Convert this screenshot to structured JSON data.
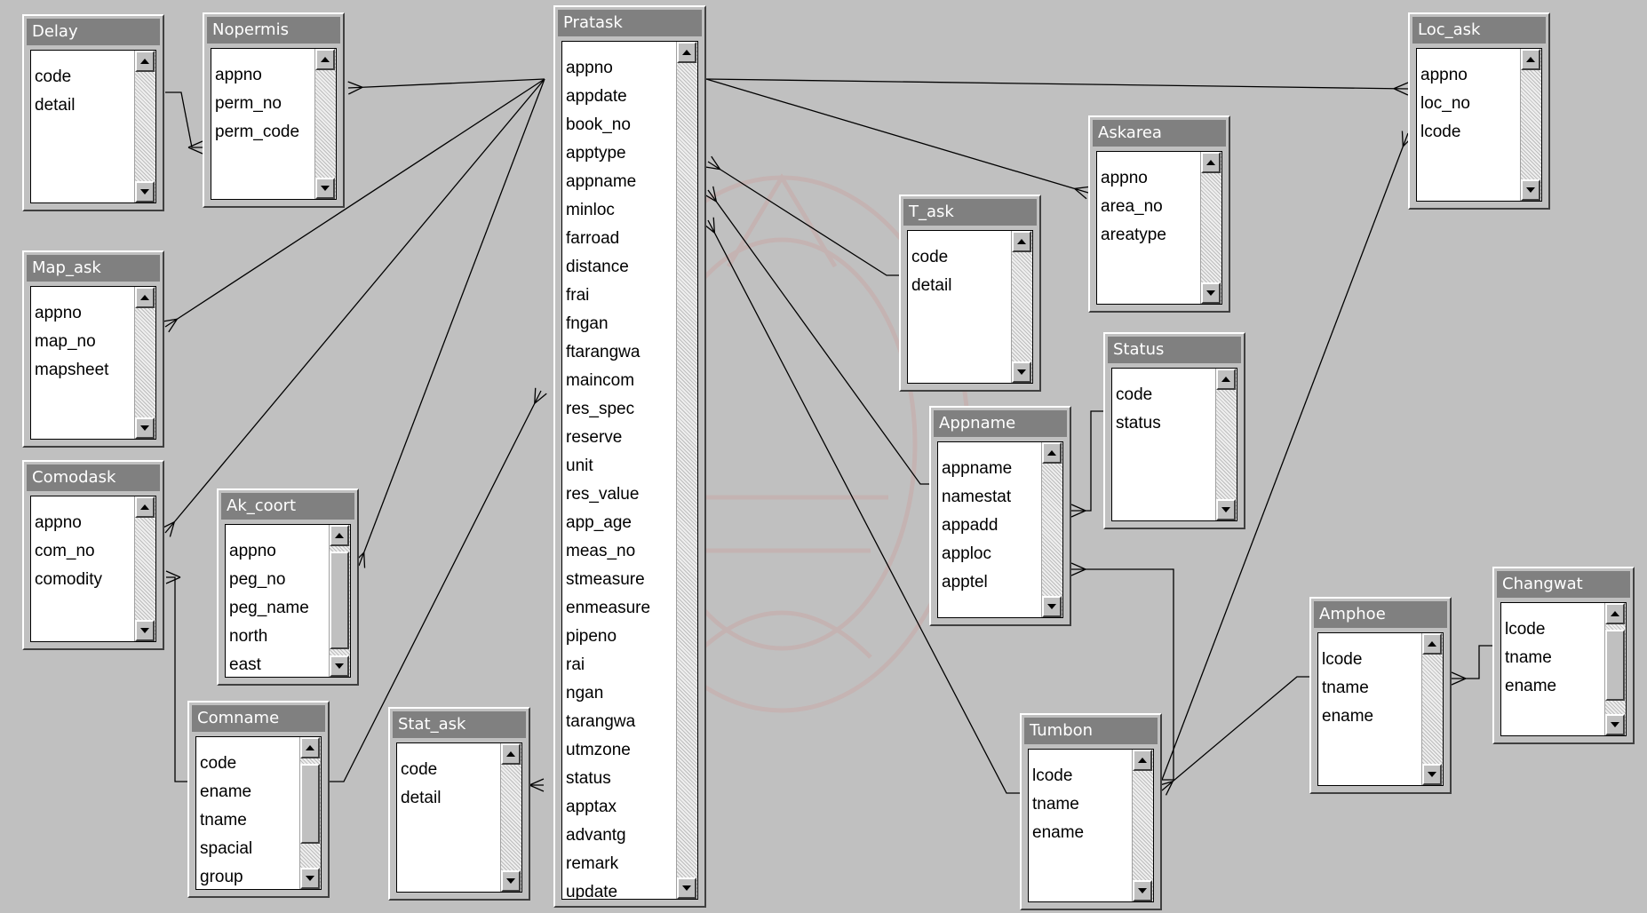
{
  "tables": [
    {
      "id": "delay",
      "title": "Delay",
      "fields": [
        "code",
        "detail"
      ]
    },
    {
      "id": "nopermis",
      "title": "Nopermis",
      "fields": [
        "appno",
        "perm_no",
        "perm_code"
      ]
    },
    {
      "id": "pratask",
      "title": "Pratask",
      "fields": [
        "appno",
        "appdate",
        "book_no",
        "apptype",
        "appname",
        "minloc",
        "farroad",
        "distance",
        "frai",
        "fngan",
        "ftarangwa",
        "maincom",
        "res_spec",
        "reserve",
        "unit",
        "res_value",
        "app_age",
        "meas_no",
        "stmeasure",
        "enmeasure",
        "pipeno",
        "rai",
        "ngan",
        "tarangwa",
        "utmzone",
        "status",
        "apptax",
        "advantg",
        "remark",
        "update"
      ]
    },
    {
      "id": "loc_ask",
      "title": "Loc_ask",
      "fields": [
        "appno",
        "loc_no",
        "lcode"
      ]
    },
    {
      "id": "askarea",
      "title": "Askarea",
      "fields": [
        "appno",
        "area_no",
        "areatype"
      ]
    },
    {
      "id": "t_ask",
      "title": "T_ask",
      "fields": [
        "code",
        "detail"
      ]
    },
    {
      "id": "map_ask",
      "title": "Map_ask",
      "fields": [
        "appno",
        "map_no",
        "mapsheet"
      ]
    },
    {
      "id": "status",
      "title": "Status",
      "fields": [
        "code",
        "status"
      ]
    },
    {
      "id": "appname",
      "title": "Appname",
      "fields": [
        "appname",
        "namestat",
        "appadd",
        "apploc",
        "apptel"
      ]
    },
    {
      "id": "comodask",
      "title": "Comodask",
      "fields": [
        "appno",
        "com_no",
        "comodity"
      ]
    },
    {
      "id": "ak_coort",
      "title": "Ak_coort",
      "fields": [
        "appno",
        "peg_no",
        "peg_name",
        "north",
        "east"
      ]
    },
    {
      "id": "changwat",
      "title": "Changwat",
      "fields": [
        "lcode",
        "tname",
        "ename"
      ]
    },
    {
      "id": "amphoe",
      "title": "Amphoe",
      "fields": [
        "lcode",
        "tname",
        "ename"
      ]
    },
    {
      "id": "comname",
      "title": "Comname",
      "fields": [
        "code",
        "ename",
        "tname",
        "spacial",
        "group"
      ]
    },
    {
      "id": "stat_ask",
      "title": "Stat_ask",
      "fields": [
        "code",
        "detail"
      ]
    },
    {
      "id": "tumbon",
      "title": "Tumbon",
      "fields": [
        "lcode",
        "tname",
        "ename"
      ]
    }
  ],
  "relationships": [
    {
      "from": "pratask",
      "to": "nopermis"
    },
    {
      "from": "delay",
      "to": "nopermis"
    },
    {
      "from": "pratask",
      "to": "map_ask"
    },
    {
      "from": "pratask",
      "to": "comodask"
    },
    {
      "from": "pratask",
      "to": "ak_coort"
    },
    {
      "from": "comname",
      "to": "pratask"
    },
    {
      "from": "comname",
      "to": "comodask"
    },
    {
      "from": "pratask",
      "to": "loc_ask"
    },
    {
      "from": "pratask",
      "to": "askarea"
    },
    {
      "from": "t_ask",
      "to": "pratask"
    },
    {
      "from": "appname",
      "to": "pratask"
    },
    {
      "from": "tumbon",
      "to": "pratask"
    },
    {
      "from": "stat_ask",
      "to": "pratask"
    },
    {
      "from": "status",
      "to": "appname"
    },
    {
      "from": "tumbon",
      "to": "appname"
    },
    {
      "from": "tumbon",
      "to": "loc_ask"
    },
    {
      "from": "changwat",
      "to": "amphoe"
    },
    {
      "from": "amphoe",
      "to": "tumbon"
    }
  ],
  "colors": {
    "canvas": "#c0c0c0",
    "titlebar": "#808080",
    "titletext": "#ffffff",
    "list": "#ffffff",
    "line": "#000000"
  }
}
